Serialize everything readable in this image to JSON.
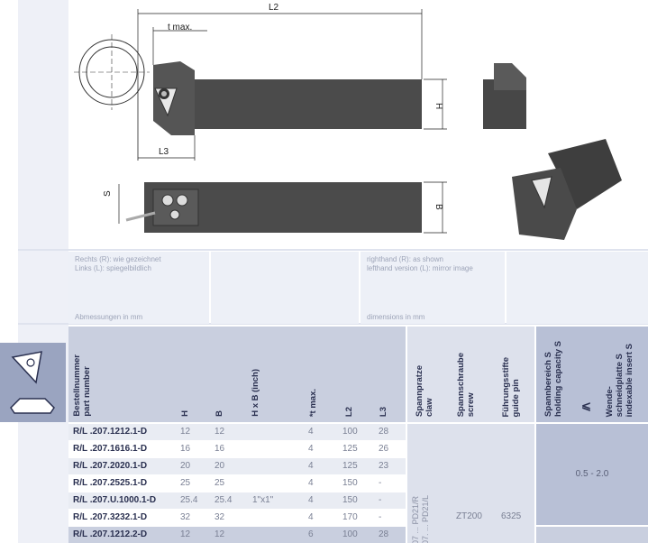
{
  "drawing": {
    "l2": "L2",
    "t_max": "t max.",
    "h": "H",
    "l3": "L3",
    "s": "S",
    "b": "B"
  },
  "info": {
    "de_line1": "Rechts (R): wie gezeichnet",
    "de_line2": "Links (L): spiegelbildlich",
    "de_dims": "Abmessungen in mm",
    "en_line1": "righthand (R): as shown",
    "en_line2": "lefthand version (L): mirror image",
    "en_dims": "dimensions in mm"
  },
  "headers": {
    "part_de": "Bestellnummer",
    "part_en": "part number",
    "h": "H",
    "b": "B",
    "hxb": "H x B  (inch)",
    "tmax": "*t max.",
    "l2": "L2",
    "l3": "L3",
    "claw_de": "Spannpratze",
    "claw_en": "claw",
    "screw_de": "Spannschraube",
    "screw_en": "screw",
    "pin_de": "Führungsstifte",
    "pin_en": "guide pin",
    "cap_de": "Spannbereich  S",
    "cap_en": "holding capacity S",
    "cap_sym": "⩽",
    "ins_de1": "Wende-",
    "ins_de2": "schneidplatte  S",
    "ins_en": "indexable insert S"
  },
  "rows": [
    {
      "part": "R/L .207.1212.1-D",
      "h": "12",
      "b": "12",
      "hxb": "",
      "t": "4",
      "l2": "100",
      "l3": "28"
    },
    {
      "part": "R/L .207.1616.1-D",
      "h": "16",
      "b": "16",
      "hxb": "",
      "t": "4",
      "l2": "125",
      "l3": "26"
    },
    {
      "part": "R/L .207.2020.1-D",
      "h": "20",
      "b": "20",
      "hxb": "",
      "t": "4",
      "l2": "125",
      "l3": "23"
    },
    {
      "part": "R/L .207.2525.1-D",
      "h": "25",
      "b": "25",
      "hxb": "",
      "t": "4",
      "l2": "150",
      "l3": "-"
    },
    {
      "part": "R/L .207.U.1000.1-D",
      "h": "25.4",
      "b": "25.4",
      "hxb": "1\"x1\"",
      "t": "4",
      "l2": "150",
      "l3": "-"
    },
    {
      "part": "R/L .207.3232.1-D",
      "h": "32",
      "b": "32",
      "hxb": "",
      "t": "4",
      "l2": "170",
      "l3": "-"
    },
    {
      "part": "R/L .207.1212.2-D",
      "h": "12",
      "b": "12",
      "hxb": "",
      "t": "6",
      "l2": "100",
      "l3": "28"
    }
  ],
  "group": {
    "claw_a": "07 ... PD21/R",
    "claw_b": "07. ... PD21/L",
    "screw": "ZT200",
    "pin": "6325",
    "capacity": "0.5 - 2.0"
  },
  "colors": {
    "header_bg": "#c9cfdf",
    "group_bg": "#dde1ec",
    "capacity_bg": "#b8c0d6",
    "icon_bg": "#9aa4c0",
    "text_dark": "#2a3050"
  }
}
